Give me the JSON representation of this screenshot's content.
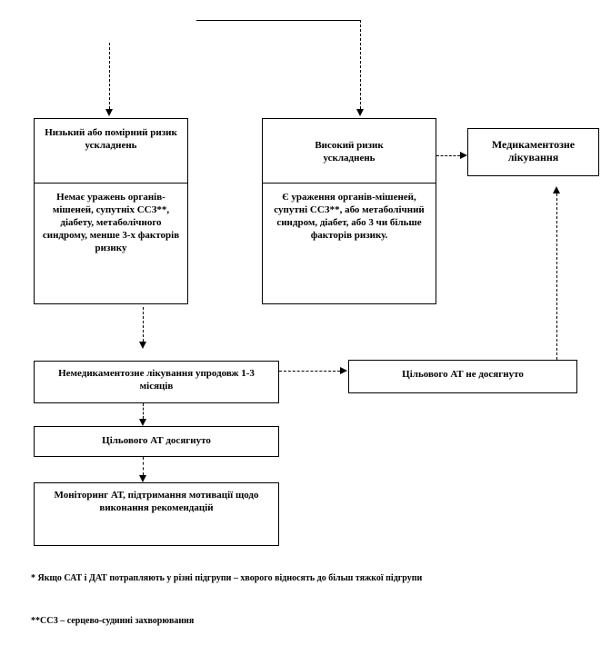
{
  "boxes": {
    "low_risk": {
      "header": "Низький або помірний ризик ускладнень",
      "body": "Немає уражень органів-мішеней, супутніх ССЗ**, діабету, метаболічного синдрому, менше 3-х факторів ризику"
    },
    "high_risk": {
      "header": "Високий ризик ускладнень",
      "body": "Є ураження органів-мішеней, супутні ССЗ**, або метаболічний синдром, діабет, або 3 чи більше факторів ризику."
    },
    "drug_therapy": "Медикаментозне лікування",
    "nondrug_therapy": "Немедикаментозне лікування упродовж 1-3 місяців",
    "target_not_reached": "Цільового АТ не досягнуто",
    "target_reached": "Цільового АТ досягнуто",
    "monitoring": "Моніторинг АТ, підтримання мотивації щодо виконання рекомендацій"
  },
  "footnotes": {
    "note1": "* Якщо САТ і ДАТ потрапляють у різні підгрупи – хворого відносять до більш тяжкої підгрупи",
    "note2": "**ССЗ – серцево-судинні захворювання"
  }
}
